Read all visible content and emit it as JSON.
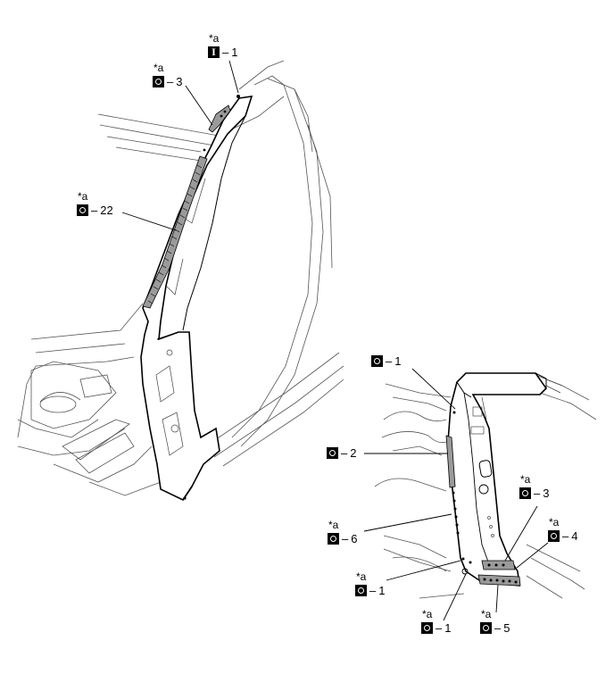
{
  "callouts": [
    {
      "id": "c1",
      "star": "*a",
      "symbol": "ibar-icon",
      "dash": "–",
      "num": "1"
    },
    {
      "id": "c2",
      "star": "*a",
      "symbol": "circle-icon",
      "dash": "–",
      "num": "3"
    },
    {
      "id": "c3",
      "star": "*a",
      "symbol": "circle-icon",
      "dash": "–",
      "num": "22"
    },
    {
      "id": "c4",
      "star": "",
      "symbol": "circle-icon",
      "dash": "–",
      "num": "1"
    },
    {
      "id": "c5",
      "star": "",
      "symbol": "circle-icon",
      "dash": "–",
      "num": "2"
    },
    {
      "id": "c6",
      "star": "*a",
      "symbol": "circle-icon",
      "dash": "–",
      "num": "3"
    },
    {
      "id": "c7",
      "star": "*a",
      "symbol": "circle-icon",
      "dash": "–",
      "num": "4"
    },
    {
      "id": "c8",
      "star": "*a",
      "symbol": "circle-icon",
      "dash": "–",
      "num": "6"
    },
    {
      "id": "c9",
      "star": "*a",
      "symbol": "circle-icon",
      "dash": "–",
      "num": "1"
    },
    {
      "id": "c10",
      "star": "*a",
      "symbol": "circle-icon",
      "dash": "–",
      "num": "1"
    },
    {
      "id": "c11",
      "star": "*a",
      "symbol": "circle-icon",
      "dash": "–",
      "num": "5"
    }
  ]
}
